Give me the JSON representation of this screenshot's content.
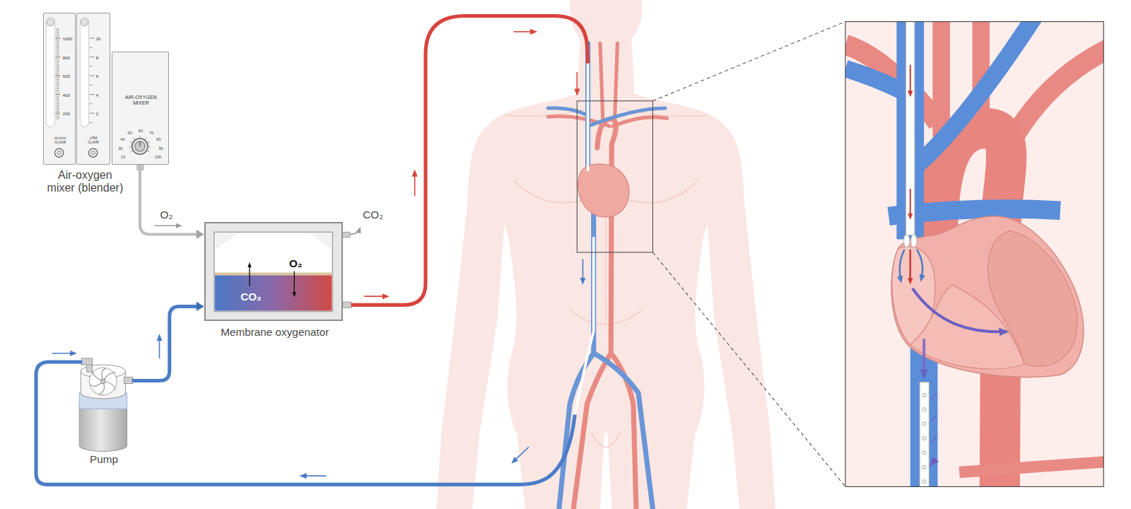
{
  "diagram": {
    "nodes": [
      {
        "text": [
          "1000",
          "800",
          "600",
          "400",
          "200",
          "mL/min O₂/AIR"
        ]
      },
      {
        "text": [
          "10",
          "8",
          "6",
          "4",
          "2",
          "LPM O₂/AIR"
        ]
      },
      {
        "text": [
          "AIR-OXYGEN MIXER",
          "50",
          "60",
          "70",
          "40",
          "80",
          "30",
          "90",
          "21",
          "100"
        ]
      },
      {
        "text": [
          "Membrane oxygenator",
          "O₂",
          "CO₂"
        ]
      },
      {
        "text": [
          "Pump"
        ]
      }
    ],
    "edges": [
      {
        "from": 2,
        "to": 3,
        "arrow": "to",
        "label": "O₂"
      },
      {
        "from": 4,
        "to": 3,
        "arrow": "to"
      }
    ],
    "labels": [
      "Air-oxygen mixer (blender)",
      "CO₂"
    ]
  }
}
